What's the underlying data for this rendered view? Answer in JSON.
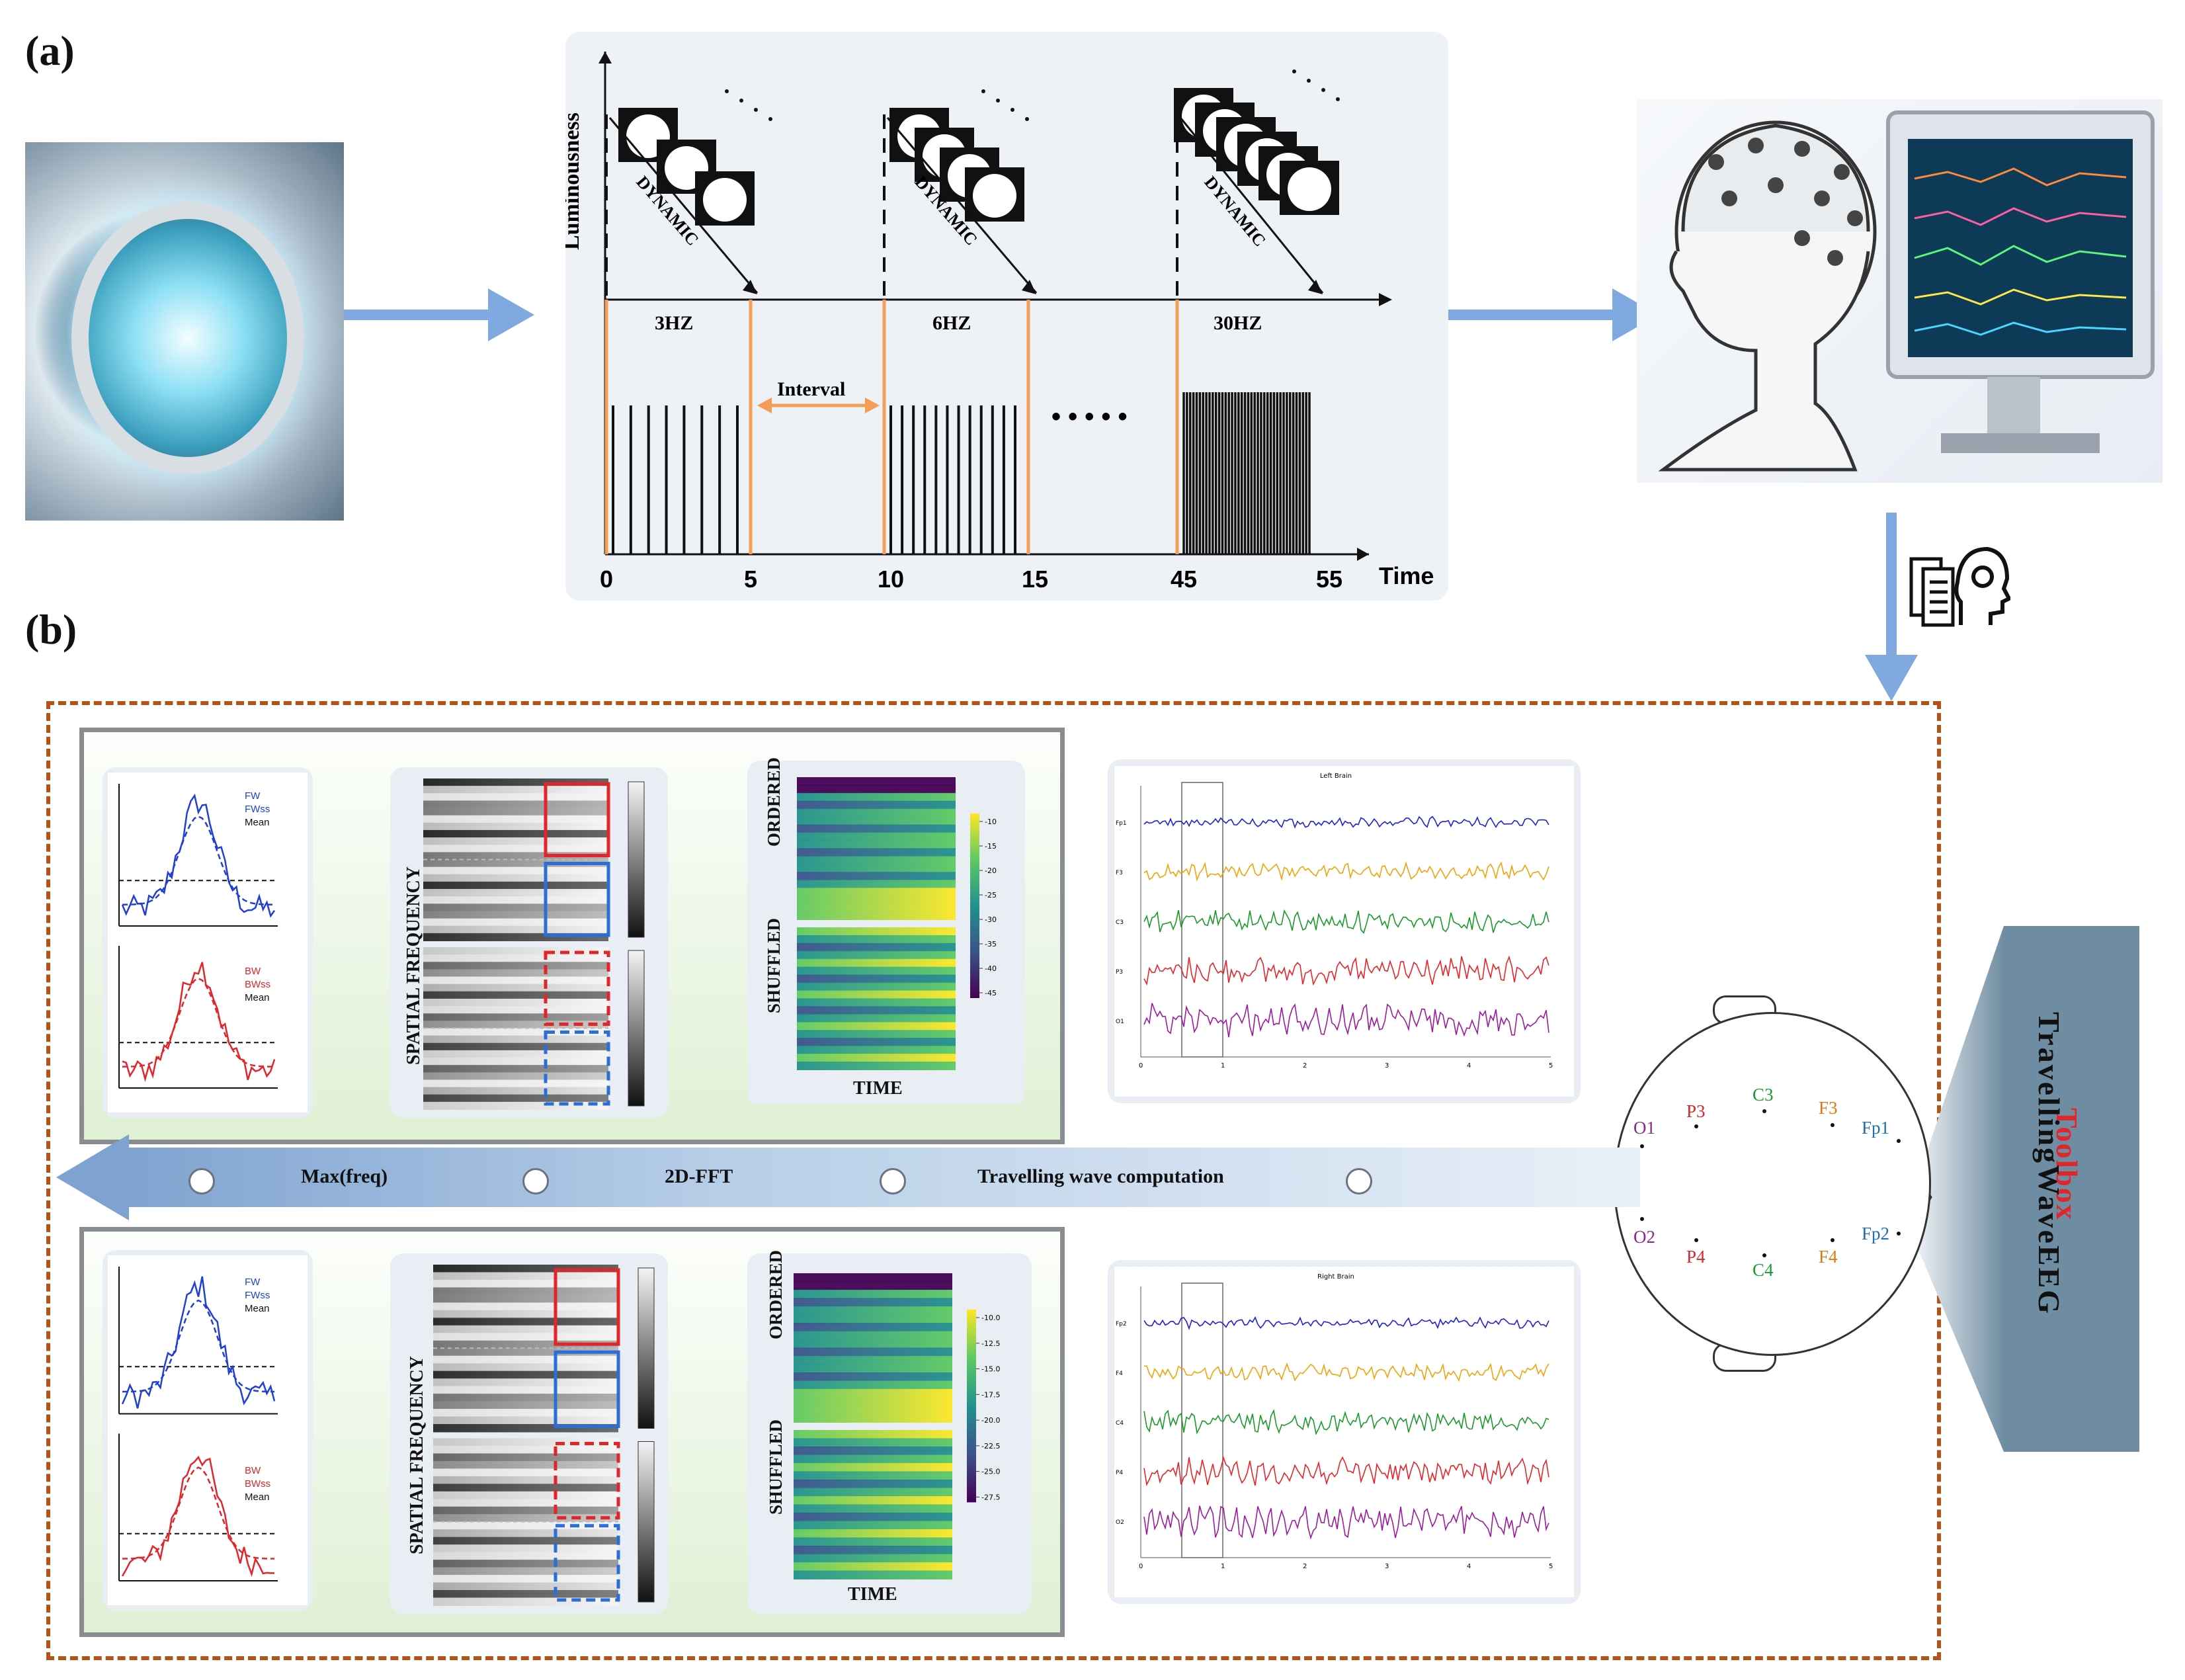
{
  "panels": {
    "a": "(a)",
    "b": "(b)"
  },
  "stimulus": {
    "ylabel": "Luminousness",
    "xlabel": "Time",
    "dynamic": "DYNAMIC",
    "frequencies": [
      "3HZ",
      "6HZ",
      "30HZ"
    ],
    "interval": "Interval",
    "ellipsis": "• • • • •",
    "time_ticks": [
      "0",
      "5",
      "10",
      "15",
      "45",
      "55"
    ],
    "bursts": [
      {
        "start": 0,
        "end": 5,
        "pulses": 8
      },
      {
        "start": 10,
        "end": 15,
        "pulses": 12
      },
      {
        "start": 45,
        "end": 55,
        "pulses": 40
      }
    ]
  },
  "pipeline": {
    "steps": [
      "Max(freq)",
      "2D-FFT",
      "Travelling wave computation"
    ]
  },
  "profiles": {
    "top": {
      "fw": [
        "FW",
        "FWss",
        "Mean"
      ],
      "bw": [
        "BW",
        "BWss",
        "Mean"
      ]
    },
    "bottom": {
      "fw": [
        "FW",
        "FWss",
        "Mean"
      ],
      "bw": [
        "BW",
        "BWss",
        "Mean"
      ]
    }
  },
  "spectra": {
    "top_label": "SPATIAL FREQUENCY",
    "bottom_label": "SPATIAL FREQUENCY"
  },
  "heatmaps": {
    "top": {
      "ordered": "ORDERED",
      "shuffled": "SHUFFLED",
      "xlabel": "TIME",
      "ticks": [
        "-10",
        "-15",
        "-20",
        "-25",
        "-30",
        "-35",
        "-40",
        "-45"
      ]
    },
    "bottom": {
      "ordered": "ORDERED",
      "shuffled": "SHUFFLED",
      "xlabel": "TIME",
      "ticks": [
        "-10.0",
        "-12.5",
        "-15.0",
        "-17.5",
        "-20.0",
        "-22.5",
        "-25.0",
        "-27.5"
      ]
    }
  },
  "eeg": {
    "left": {
      "title": "Left Brain",
      "channels": [
        "Fp1",
        "F3",
        "C3",
        "P3",
        "O1"
      ],
      "ticks": [
        "0",
        "1",
        "2",
        "3",
        "4",
        "5"
      ]
    },
    "right": {
      "title": "Right Brain",
      "channels": [
        "Fp2",
        "F4",
        "C4",
        "P4",
        "O2"
      ],
      "ticks": [
        "0",
        "1",
        "2",
        "3",
        "4",
        "5"
      ]
    },
    "colors": [
      "#1f1fd6",
      "#f0a30a",
      "#1a9a2a",
      "#e8242b",
      "#9c1b9c"
    ]
  },
  "headmap": {
    "electrodes": [
      {
        "name": "O1",
        "color": "#8a2a8a"
      },
      {
        "name": "P3",
        "color": "#d8262c"
      },
      {
        "name": "C3",
        "color": "#1a9a3a"
      },
      {
        "name": "F3",
        "color": "#e07a10"
      },
      {
        "name": "Fp1",
        "color": "#1e6fb0"
      },
      {
        "name": "O2",
        "color": "#8a2a8a"
      },
      {
        "name": "P4",
        "color": "#d8262c"
      },
      {
        "name": "C4",
        "color": "#1a9a3a"
      },
      {
        "name": "F4",
        "color": "#e07a10"
      },
      {
        "name": "Fp2",
        "color": "#1e6fb0"
      }
    ]
  },
  "toolbox": {
    "word": "Toolbox",
    "name": "TravellingWaveEEG"
  }
}
